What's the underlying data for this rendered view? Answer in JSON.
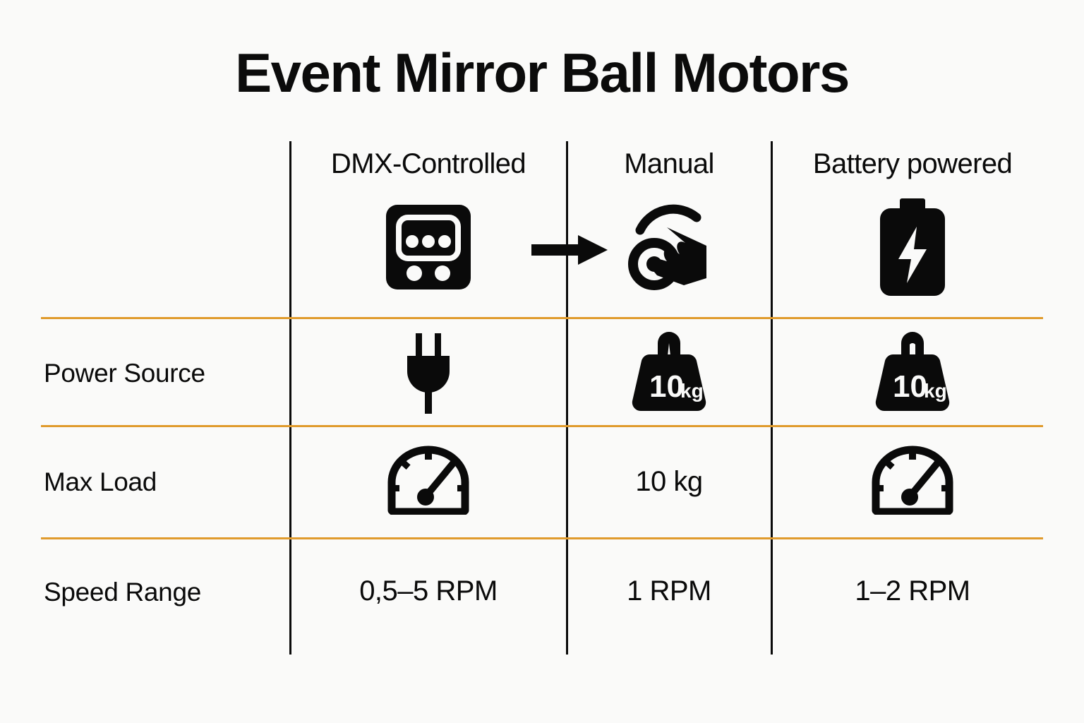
{
  "page": {
    "title": "Event Mirror Ball Motors",
    "background_color": "#FAFAF9",
    "divider_color_vertical": "#0A0A0A",
    "divider_color_horizontal": "#E09B2D",
    "text_color": "#0A0A0A"
  },
  "table": {
    "columns": [
      {
        "label": "DMX-Controlled",
        "icon": "dmx-controller-icon"
      },
      {
        "label": "Manual",
        "icon": "hand-turning-knob-icon"
      },
      {
        "label": "Battery powered",
        "icon": "battery-bolt-icon"
      }
    ],
    "flow_arrow": {
      "icon": "right-arrow-icon",
      "from": "DMX-Controlled",
      "to": "Manual"
    },
    "rows": [
      {
        "label": "Power Source",
        "cells": [
          {
            "type": "icon",
            "icon": "power-plug-icon",
            "value": ""
          },
          {
            "type": "icon",
            "icon": "weight-10kg-icon",
            "value": "10kg"
          },
          {
            "type": "icon",
            "icon": "weight-10kg-icon",
            "value": "10kg"
          }
        ]
      },
      {
        "label": "Max Load",
        "cells": [
          {
            "type": "icon",
            "icon": "speedometer-icon",
            "value": ""
          },
          {
            "type": "text",
            "icon": "",
            "value": "10 kg"
          },
          {
            "type": "icon",
            "icon": "speedometer-icon",
            "value": ""
          }
        ]
      },
      {
        "label": "Speed Range",
        "cells": [
          {
            "type": "text",
            "icon": "",
            "value": "0,5–5 RPM"
          },
          {
            "type": "text",
            "icon": "",
            "value": "1 RPM"
          },
          {
            "type": "text",
            "icon": "",
            "value": "1–2 RPM"
          }
        ]
      }
    ],
    "weight_icon_labels": {
      "amount": "10",
      "unit": "kg"
    }
  }
}
